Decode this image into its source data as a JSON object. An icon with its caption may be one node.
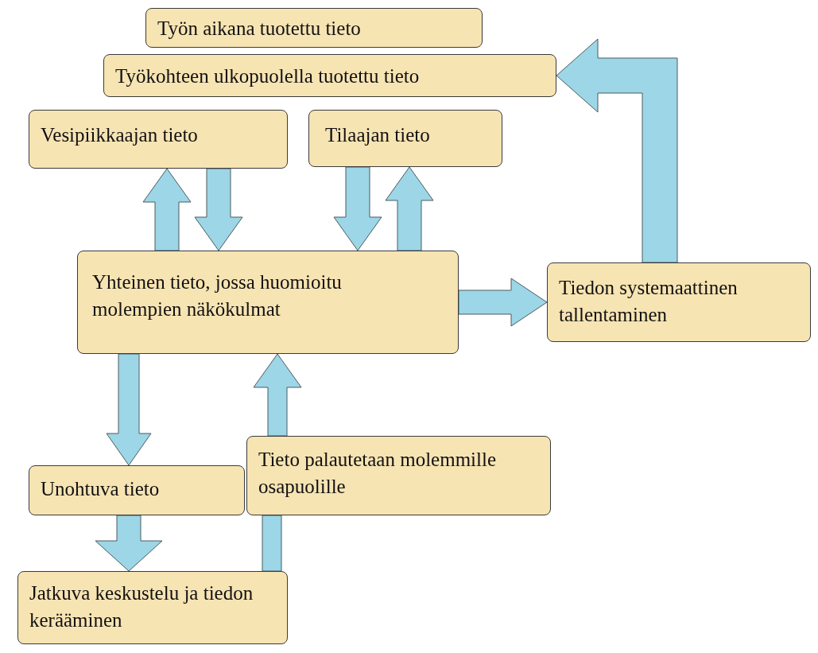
{
  "diagram": {
    "nodes": [
      {
        "text": [
          "Työn aikana tuotettu tieto"
        ]
      },
      {
        "text": [
          "Työkohteen ulkopuolella tuotettu tieto"
        ]
      },
      {
        "text": [
          "Vesipiikkaajan tieto"
        ]
      },
      {
        "text": [
          "Tilaajan tieto"
        ]
      },
      {
        "text": [
          "Yhteinen tieto, jossa huomioitu molempien näkökulmat"
        ]
      },
      {
        "text": [
          "Tiedon systemaattinen tallentaminen"
        ]
      },
      {
        "text": [
          "Unohtuva tieto"
        ]
      },
      {
        "text": [
          "Tieto palautetaan molemmille osapuolille"
        ]
      },
      {
        "text": [
          "Jatkuva keskustelu ja tiedon kerääminen"
        ]
      }
    ],
    "edges": [
      {
        "from": 4,
        "to": 2,
        "arrow": "to"
      },
      {
        "from": 2,
        "to": 4,
        "arrow": "to"
      },
      {
        "from": 3,
        "to": 4,
        "arrow": "to"
      },
      {
        "from": 4,
        "to": 3,
        "arrow": "to"
      },
      {
        "from": 4,
        "to": 5,
        "arrow": "to"
      },
      {
        "from": 5,
        "to": 1,
        "arrow": "to"
      },
      {
        "from": 4,
        "to": 6,
        "arrow": "to"
      },
      {
        "from": 6,
        "to": 8,
        "arrow": "to"
      },
      {
        "from": 8,
        "to": 7,
        "arrow": "none"
      },
      {
        "from": 7,
        "to": 4,
        "arrow": "to"
      }
    ]
  }
}
